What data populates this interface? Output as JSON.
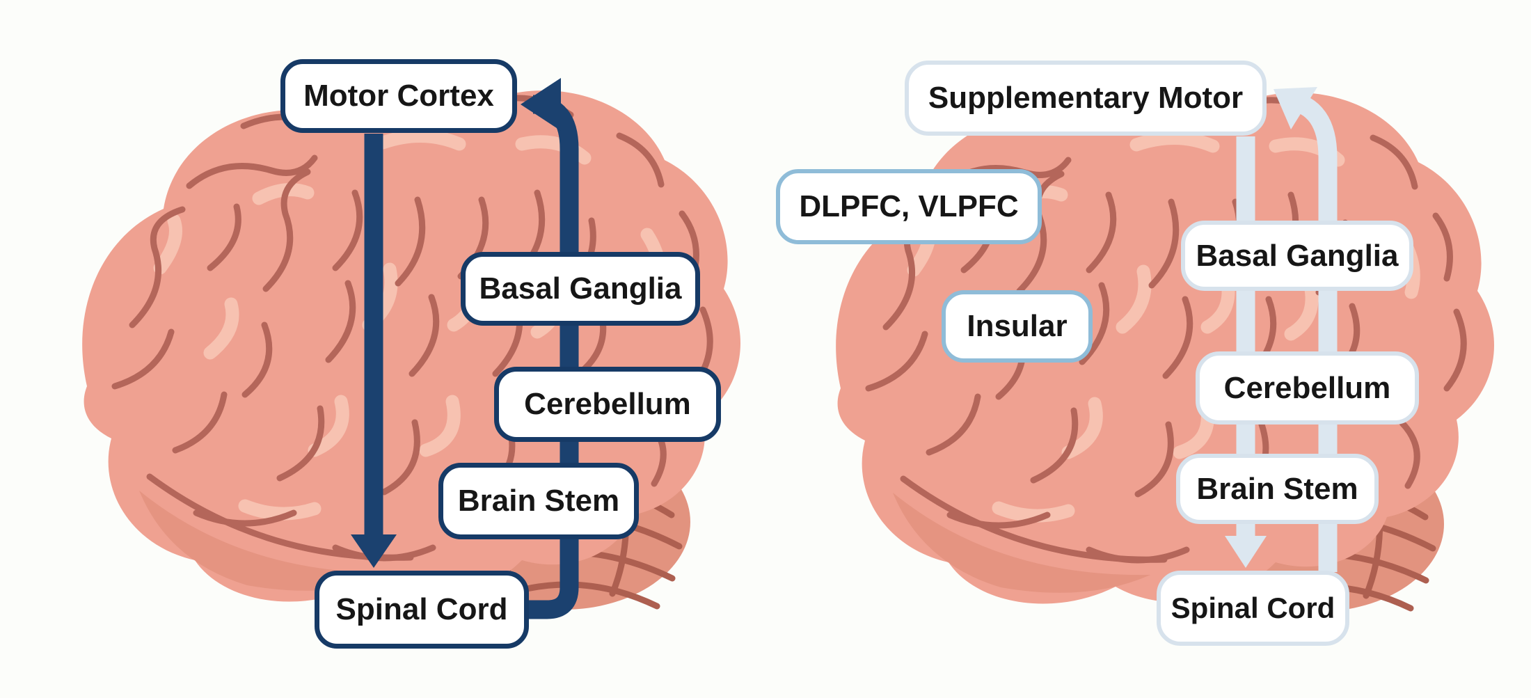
{
  "palette": {
    "background": "#fcfdfa",
    "navy_arrow": "#1b416f",
    "navy_border": "#163a66",
    "light_arrow": "#dce7f0",
    "light_border": "#d7e2ec",
    "blue_border": "#8fbcd8",
    "brain_fill": "#efa191",
    "brain_gyri": "#b4665a",
    "brain_highlight": "#f7c2b1",
    "cerebellum_fill": "#e2937f",
    "brainstem_fill": "#c2775f",
    "label_text": "#161616",
    "box_fill": "#ffffff"
  },
  "left_diagram": {
    "boxes": [
      {
        "id": "motor-cortex",
        "label": "Motor Cortex"
      },
      {
        "id": "basal-ganglia",
        "label": "Basal Ganglia"
      },
      {
        "id": "cerebellum",
        "label": "Cerebellum"
      },
      {
        "id": "brain-stem",
        "label": "Brain Stem"
      },
      {
        "id": "spinal-cord",
        "label": "Spinal Cord"
      }
    ],
    "connections": [
      {
        "from": "Motor Cortex",
        "to": "Spinal Cord",
        "direction": "descending"
      },
      {
        "from": "Spinal Cord",
        "to": "Motor Cortex",
        "via": [
          "Brain Stem",
          "Cerebellum",
          "Basal Ganglia"
        ],
        "direction": "ascending"
      }
    ]
  },
  "right_diagram": {
    "boxes": [
      {
        "id": "supplementary-motor",
        "label": "Supplementary Motor"
      },
      {
        "id": "dlpfc-vlpfc",
        "label": "DLPFC, VLPFC"
      },
      {
        "id": "insular",
        "label": "Insular"
      },
      {
        "id": "basal-ganglia",
        "label": "Basal Ganglia"
      },
      {
        "id": "cerebellum",
        "label": "Cerebellum"
      },
      {
        "id": "brain-stem",
        "label": "Brain Stem"
      },
      {
        "id": "spinal-cord",
        "label": "Spinal Cord"
      }
    ],
    "connections": [
      {
        "from": "Supplementary Motor",
        "to": "Spinal Cord",
        "direction": "descending"
      },
      {
        "from": "Spinal Cord",
        "to": "Supplementary Motor",
        "via": [
          "Brain Stem",
          "Cerebellum",
          "Basal Ganglia"
        ],
        "direction": "ascending"
      }
    ]
  }
}
